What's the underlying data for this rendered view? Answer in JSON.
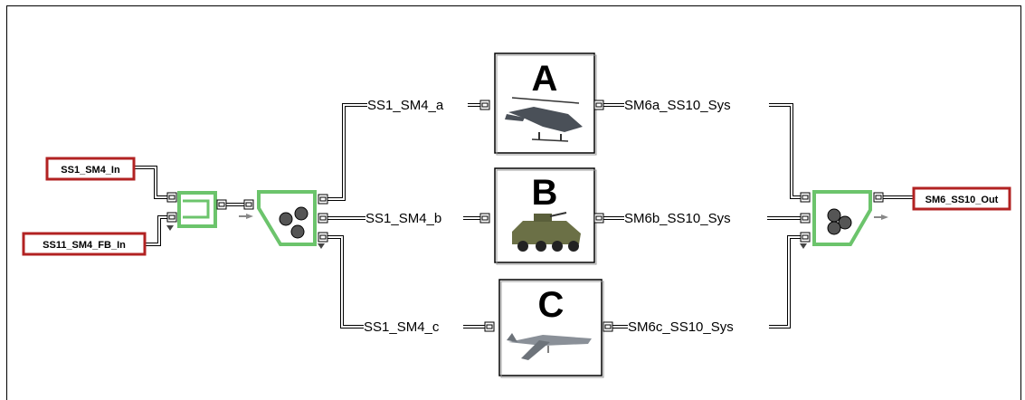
{
  "ports": {
    "in1": "SS1_SM4_In",
    "in2": "SS11_SM4_FB_In",
    "out": "SM6_SS10_Out"
  },
  "signals": {
    "a_in": "SS1_SM4_a",
    "b_in": "SS1_SM4_b",
    "c_in": "SS1_SM4_c",
    "a_out": "SM6a_SS10_Sys",
    "b_out": "SM6b_SS10_Sys",
    "c_out": "SM6c_SS10_Sys"
  },
  "subsystems": {
    "a": {
      "letter": "A",
      "icon": "helicopter-icon"
    },
    "b": {
      "letter": "B",
      "icon": "armored-vehicle-icon"
    },
    "c": {
      "letter": "C",
      "icon": "drone-icon"
    }
  },
  "colors": {
    "port_border": "#b22222",
    "block_green": "#6cc46c",
    "wire": "#000000"
  }
}
